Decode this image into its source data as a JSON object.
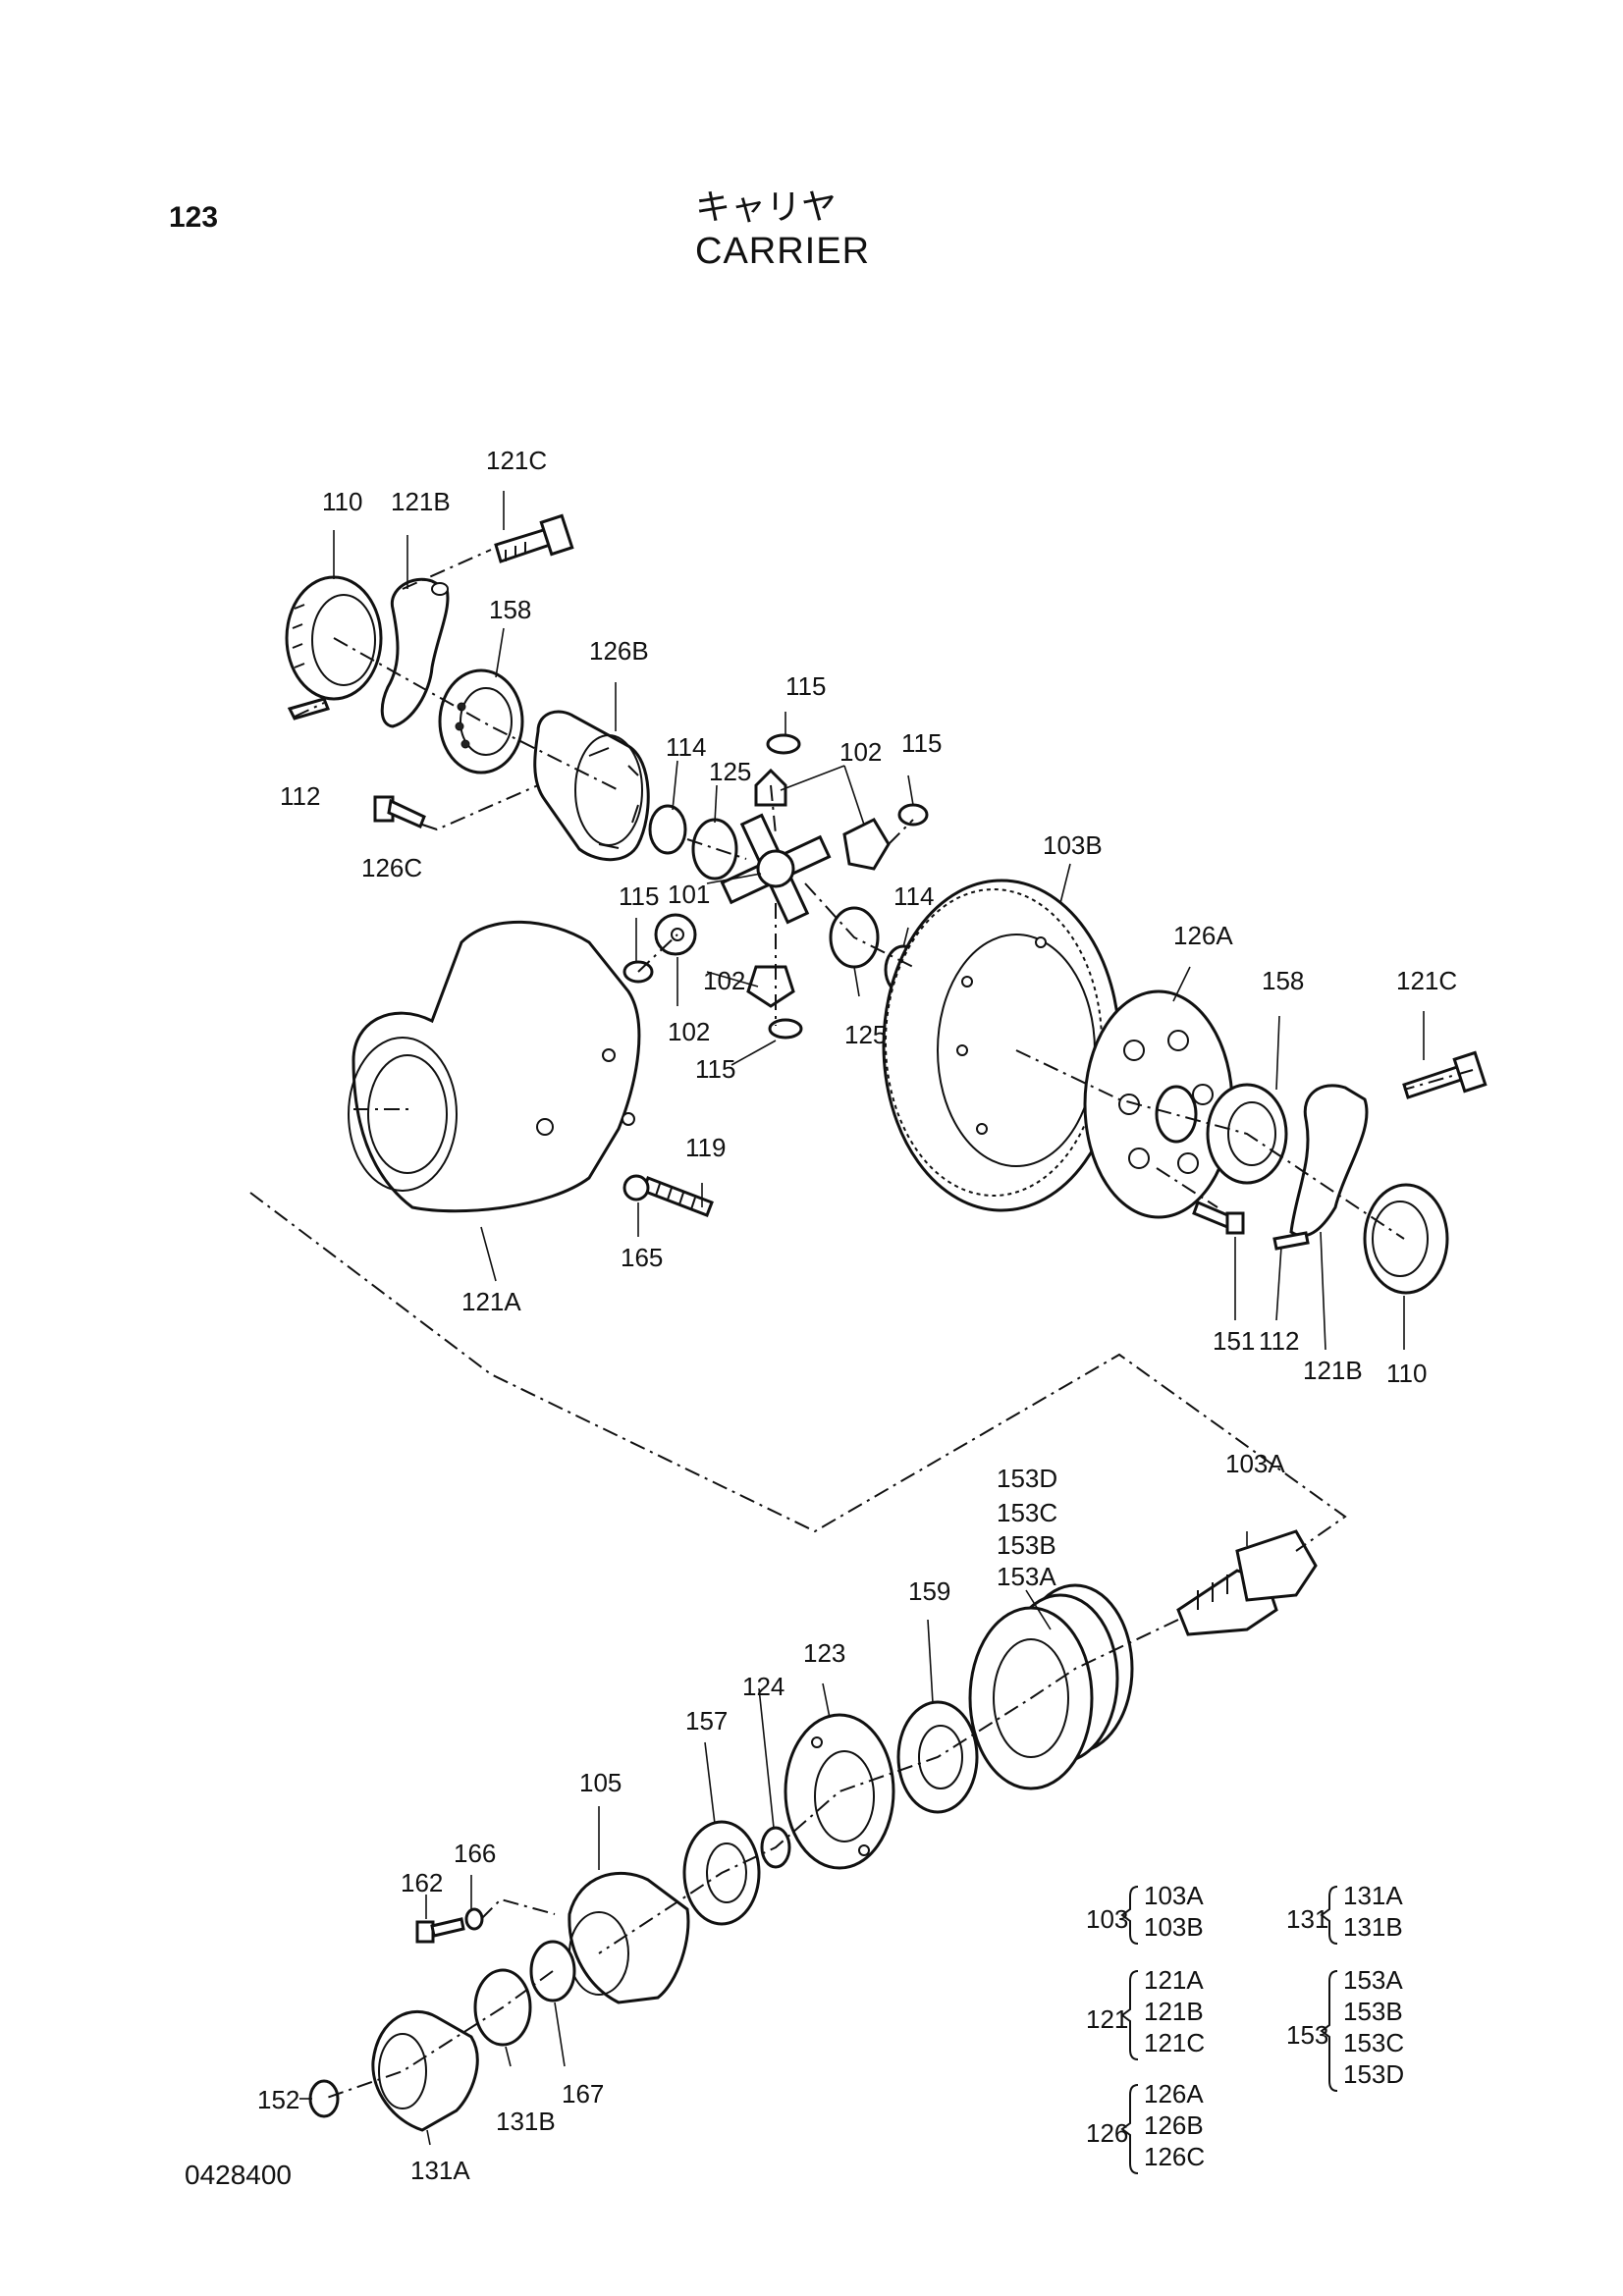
{
  "page_number": "123",
  "title_jp": "キャリヤ",
  "title_en": "CARRIER",
  "diagram_code": "0428400",
  "callouts": {
    "c110a": "110",
    "c121b_a": "121B",
    "c121c_a": "121C",
    "c158_a": "158",
    "c126b": "126B",
    "c112_a": "112",
    "c126c": "126C",
    "c115_a": "115",
    "c102_a": "102",
    "c115_b": "115",
    "c114_a": "114",
    "c125_a": "125",
    "c101": "101",
    "c115_c": "115",
    "c102_b": "102",
    "c114_b": "114",
    "c102_c": "102",
    "c125_b": "125",
    "c115_d": "115",
    "c103b": "103B",
    "c126a": "126A",
    "c158_b": "158",
    "c121c_b": "121C",
    "c119": "119",
    "c165": "165",
    "c121a": "121A",
    "c151": "151",
    "c112_b": "112",
    "c121b_b": "121B",
    "c110b": "110",
    "c153d": "153D",
    "c153c": "153C",
    "c153b": "153B",
    "c153a": "153A",
    "c103a": "103A",
    "c159": "159",
    "c123": "123",
    "c124": "124",
    "c157": "157",
    "c105": "105",
    "c166": "166",
    "c162": "162",
    "c152": "152",
    "c131b": "131B",
    "c167": "167",
    "c131a": "131A"
  },
  "assemblies": [
    {
      "parent": "103",
      "children": [
        "103A",
        "103B"
      ]
    },
    {
      "parent": "121",
      "children": [
        "121A",
        "121B",
        "121C"
      ]
    },
    {
      "parent": "126",
      "children": [
        "126A",
        "126B",
        "126C"
      ]
    },
    {
      "parent": "131",
      "children": [
        "131A",
        "131B"
      ]
    },
    {
      "parent": "153",
      "children": [
        "153A",
        "153B",
        "153C",
        "153D"
      ]
    }
  ]
}
